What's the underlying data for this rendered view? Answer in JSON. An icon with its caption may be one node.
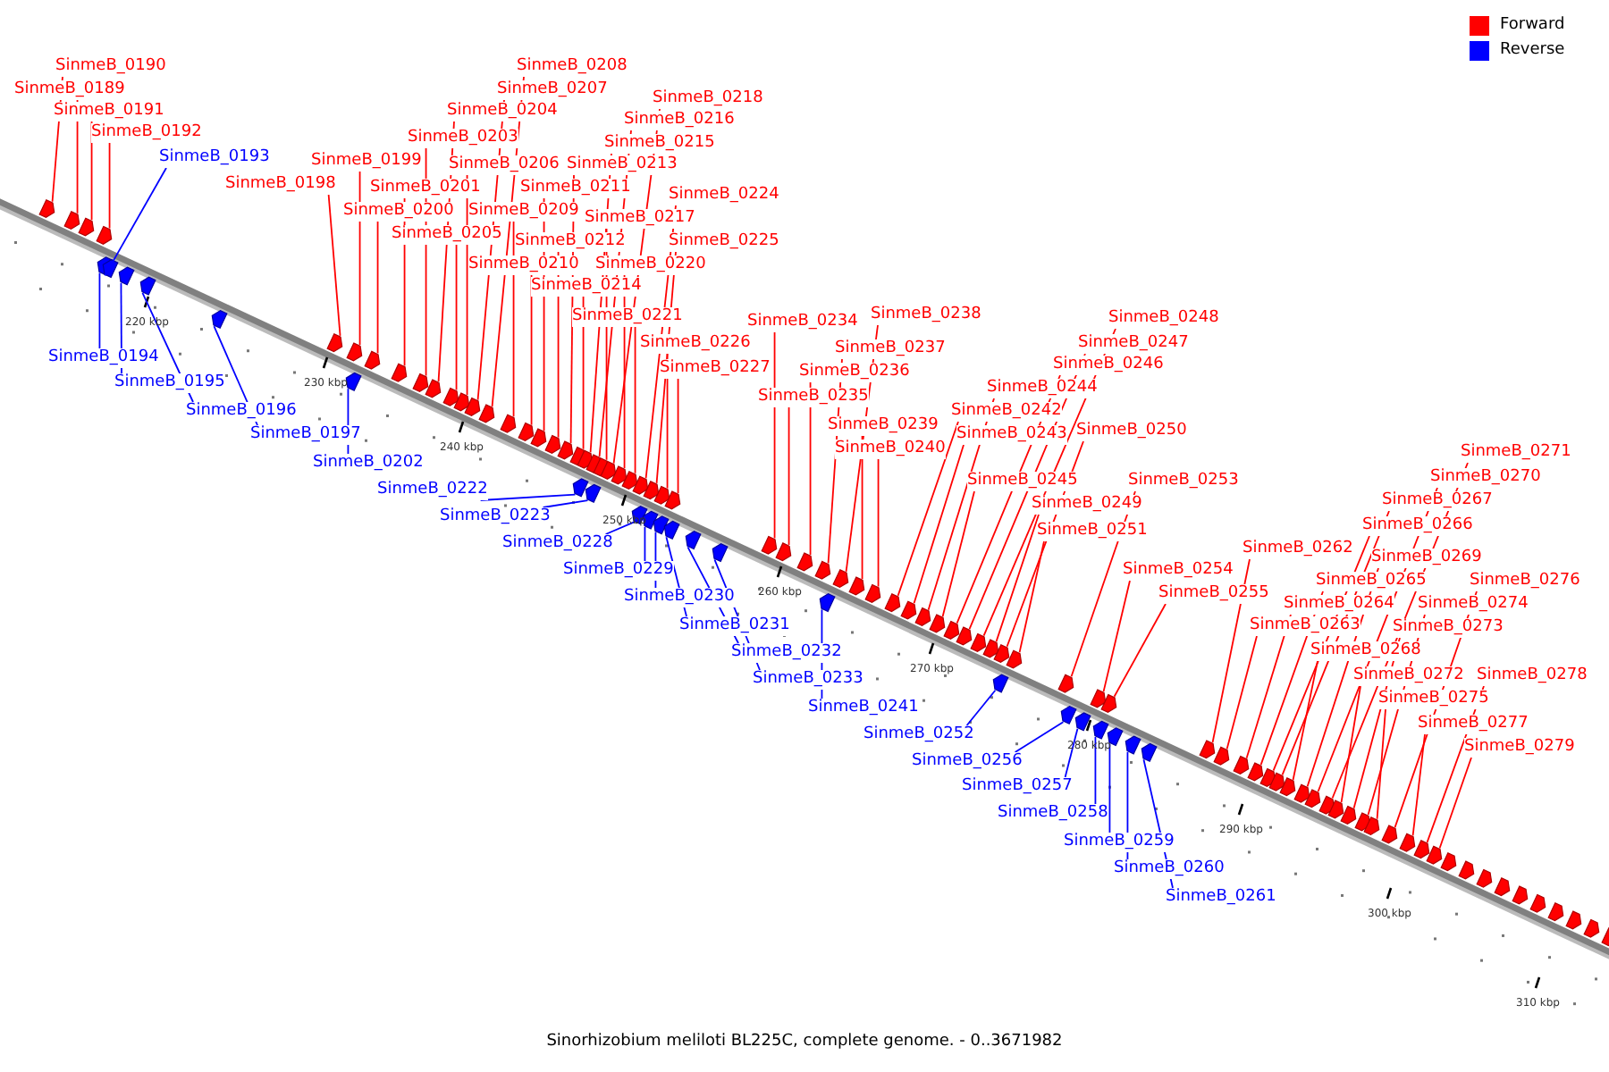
{
  "diagram": {
    "caption": "Sinorhizobium meliloti BL225C, complete genome. - 0..3671982",
    "nodes": [
      {
        "text": [
          "SinmeB_0190"
        ]
      },
      {
        "text": [
          "SinmeB_0189"
        ]
      },
      {
        "text": [
          "SinmeB_0191"
        ]
      },
      {
        "text": [
          "SinmeB_0192"
        ]
      },
      {
        "text": [
          "SinmeB_0193"
        ]
      },
      {
        "text": [
          "SinmeB_0198"
        ]
      },
      {
        "text": [
          "SinmeB_0199"
        ]
      },
      {
        "text": [
          "SinmeB_0200"
        ]
      },
      {
        "text": [
          "SinmeB_0201"
        ]
      },
      {
        "text": [
          "SinmeB_0203"
        ]
      },
      {
        "text": [
          "SinmeB_0204"
        ]
      },
      {
        "text": [
          "SinmeB_0205"
        ]
      },
      {
        "text": [
          "SinmeB_0206"
        ]
      },
      {
        "text": [
          "SinmeB_0207"
        ]
      },
      {
        "text": [
          "SinmeB_0208"
        ]
      },
      {
        "text": [
          "SinmeB_0209"
        ]
      },
      {
        "text": [
          "SinmeB_0210"
        ]
      },
      {
        "text": [
          "SinmeB_0211"
        ]
      },
      {
        "text": [
          "SinmeB_0212"
        ]
      },
      {
        "text": [
          "SinmeB_0213"
        ]
      },
      {
        "text": [
          "SinmeB_0214"
        ]
      },
      {
        "text": [
          "SinmeB_0215"
        ]
      },
      {
        "text": [
          "SinmeB_0216"
        ]
      },
      {
        "text": [
          "SinmeB_0217"
        ]
      },
      {
        "text": [
          "SinmeB_0218"
        ]
      },
      {
        "text": [
          "SinmeB_0220"
        ]
      },
      {
        "text": [
          "SinmeB_0221"
        ]
      },
      {
        "text": [
          "SinmeB_0224"
        ]
      },
      {
        "text": [
          "SinmeB_0225"
        ]
      },
      {
        "text": [
          "SinmeB_0226"
        ]
      },
      {
        "text": [
          "SinmeB_0227"
        ]
      },
      {
        "text": [
          "SinmeB_0234"
        ]
      },
      {
        "text": [
          "SinmeB_0235"
        ]
      },
      {
        "text": [
          "SinmeB_0236"
        ]
      },
      {
        "text": [
          "SinmeB_0237"
        ]
      },
      {
        "text": [
          "SinmeB_0238"
        ]
      },
      {
        "text": [
          "SinmeB_0239"
        ]
      },
      {
        "text": [
          "SinmeB_0240"
        ]
      },
      {
        "text": [
          "SinmeB_0242"
        ]
      },
      {
        "text": [
          "SinmeB_0243"
        ]
      },
      {
        "text": [
          "SinmeB_0244"
        ]
      },
      {
        "text": [
          "SinmeB_0245"
        ]
      },
      {
        "text": [
          "SinmeB_0246"
        ]
      },
      {
        "text": [
          "SinmeB_0247"
        ]
      },
      {
        "text": [
          "SinmeB_0248"
        ]
      },
      {
        "text": [
          "SinmeB_0249"
        ]
      },
      {
        "text": [
          "SinmeB_0250"
        ]
      },
      {
        "text": [
          "SinmeB_0251"
        ]
      },
      {
        "text": [
          "SinmeB_0253"
        ]
      },
      {
        "text": [
          "SinmeB_0254"
        ]
      },
      {
        "text": [
          "SinmeB_0255"
        ]
      },
      {
        "text": [
          "SinmeB_0262"
        ]
      },
      {
        "text": [
          "SinmeB_0263"
        ]
      },
      {
        "text": [
          "SinmeB_0264"
        ]
      },
      {
        "text": [
          "SinmeB_0265"
        ]
      },
      {
        "text": [
          "SinmeB_0266"
        ]
      },
      {
        "text": [
          "SinmeB_0267"
        ]
      },
      {
        "text": [
          "SinmeB_0268"
        ]
      },
      {
        "text": [
          "SinmeB_0269"
        ]
      },
      {
        "text": [
          "SinmeB_0270"
        ]
      },
      {
        "text": [
          "SinmeB_0271"
        ]
      },
      {
        "text": [
          "SinmeB_0272"
        ]
      },
      {
        "text": [
          "SinmeB_0273"
        ]
      },
      {
        "text": [
          "SinmeB_0274"
        ]
      },
      {
        "text": [
          "SinmeB_0275"
        ]
      },
      {
        "text": [
          "SinmeB_0276"
        ]
      },
      {
        "text": [
          "SinmeB_0277"
        ]
      },
      {
        "text": [
          "SinmeB_0278"
        ]
      },
      {
        "text": [
          "SinmeB_0279"
        ]
      },
      {
        "text": [
          "SinmeB_0194"
        ]
      },
      {
        "text": [
          "SinmeB_0195"
        ]
      },
      {
        "text": [
          "SinmeB_0196"
        ]
      },
      {
        "text": [
          "SinmeB_0197"
        ]
      },
      {
        "text": [
          "SinmeB_0202"
        ]
      },
      {
        "text": [
          "SinmeB_0222"
        ]
      },
      {
        "text": [
          "SinmeB_0223"
        ]
      },
      {
        "text": [
          "SinmeB_0228"
        ]
      },
      {
        "text": [
          "SinmeB_0229"
        ]
      },
      {
        "text": [
          "SinmeB_0230"
        ]
      },
      {
        "text": [
          "SinmeB_0231"
        ]
      },
      {
        "text": [
          "SinmeB_0232"
        ]
      },
      {
        "text": [
          "SinmeB_0233"
        ]
      },
      {
        "text": [
          "SinmeB_0241"
        ]
      },
      {
        "text": [
          "SinmeB_0252"
        ]
      },
      {
        "text": [
          "SinmeB_0256"
        ]
      },
      {
        "text": [
          "SinmeB_0257"
        ]
      },
      {
        "text": [
          "SinmeB_0258"
        ]
      },
      {
        "text": [
          "SinmeB_0259"
        ]
      },
      {
        "text": [
          "SinmeB_0260"
        ]
      },
      {
        "text": [
          "SinmeB_0261"
        ]
      },
      {
        "text": [],
        "shape": "arrow"
      },
      {
        "text": [],
        "shape": "arrow"
      },
      {
        "text": [],
        "shape": "arrow"
      },
      {
        "text": [],
        "shape": "arrow"
      },
      {
        "text": [],
        "shape": "arrow"
      },
      {
        "text": [],
        "shape": "arrow"
      },
      {
        "text": [],
        "shape": "arrow"
      },
      {
        "text": [],
        "shape": "arrow"
      },
      {
        "text": [],
        "shape": "arrow"
      },
      {
        "text": [],
        "shape": "arrow"
      },
      {
        "text": [],
        "shape": "arrow"
      },
      {
        "text": [],
        "shape": "arrow"
      },
      {
        "text": [],
        "shape": "arrow"
      },
      {
        "text": [],
        "shape": "arrow"
      },
      {
        "text": [],
        "shape": "arrow"
      },
      {
        "text": [],
        "shape": "arrow"
      },
      {
        "text": [],
        "shape": "arrow"
      },
      {
        "text": [],
        "shape": "arrow"
      },
      {
        "text": [],
        "shape": "arrow"
      },
      {
        "text": [],
        "shape": "arrow"
      },
      {
        "text": [],
        "shape": "arrow"
      },
      {
        "text": [],
        "shape": "arrow"
      },
      {
        "text": [],
        "shape": "arrow"
      },
      {
        "text": [],
        "shape": "arrow"
      },
      {
        "text": [],
        "shape": "arrow"
      },
      {
        "text": [],
        "shape": "arrow"
      },
      {
        "text": [],
        "shape": "arrow"
      },
      {
        "text": [],
        "shape": "arrow"
      },
      {
        "text": [],
        "shape": "arrow"
      },
      {
        "text": [],
        "shape": "arrow"
      },
      {
        "text": [],
        "shape": "arrow"
      },
      {
        "text": [],
        "shape": "arrow"
      },
      {
        "text": [],
        "shape": "arrow"
      },
      {
        "text": [],
        "shape": "arrow"
      },
      {
        "text": [],
        "shape": "arrow"
      },
      {
        "text": [],
        "shape": "arrow"
      },
      {
        "text": [],
        "shape": "arrow"
      },
      {
        "text": [],
        "shape": "arrow"
      },
      {
        "text": [],
        "shape": "arrow"
      },
      {
        "text": [],
        "shape": "arrow"
      },
      {
        "text": [],
        "shape": "arrow"
      },
      {
        "text": [],
        "shape": "arrow"
      },
      {
        "text": [],
        "shape": "arrow"
      },
      {
        "text": [],
        "shape": "arrow"
      },
      {
        "text": [],
        "shape": "arrow"
      },
      {
        "text": [],
        "shape": "arrow"
      },
      {
        "text": [],
        "shape": "arrow"
      },
      {
        "text": [],
        "shape": "arrow"
      },
      {
        "text": [],
        "shape": "arrow"
      },
      {
        "text": [],
        "shape": "arrow"
      },
      {
        "text": [],
        "shape": "arrow"
      },
      {
        "text": [],
        "shape": "arrow"
      },
      {
        "text": [],
        "shape": "arrow"
      },
      {
        "text": [],
        "shape": "arrow"
      },
      {
        "text": [],
        "shape": "arrow"
      },
      {
        "text": [],
        "shape": "arrow"
      },
      {
        "text": [],
        "shape": "arrow"
      },
      {
        "text": [],
        "shape": "arrow"
      },
      {
        "text": [],
        "shape": "arrow"
      },
      {
        "text": [],
        "shape": "arrow"
      },
      {
        "text": [],
        "shape": "arrow"
      },
      {
        "text": [],
        "shape": "arrow"
      },
      {
        "text": [],
        "shape": "arrow"
      },
      {
        "text": [],
        "shape": "arrow"
      },
      {
        "text": [],
        "shape": "arrow"
      },
      {
        "text": [],
        "shape": "arrow"
      },
      {
        "text": [],
        "shape": "arrow"
      },
      {
        "text": [],
        "shape": "arrow"
      },
      {
        "text": [],
        "shape": "arrow"
      },
      {
        "text": [],
        "shape": "arrow"
      },
      {
        "text": [],
        "shape": "arrow"
      },
      {
        "text": [],
        "shape": "arrow"
      },
      {
        "text": [],
        "shape": "arrow"
      },
      {
        "text": [],
        "shape": "arrow"
      },
      {
        "text": [],
        "shape": "arrow"
      },
      {
        "text": [],
        "shape": "arrow"
      },
      {
        "text": [],
        "shape": "arrow"
      },
      {
        "text": [],
        "shape": "arrow"
      },
      {
        "text": [],
        "shape": "arrow"
      },
      {
        "text": [],
        "shape": "arrow"
      },
      {
        "text": [],
        "shape": "arrow"
      },
      {
        "text": [],
        "shape": "arrow"
      },
      {
        "text": [],
        "shape": "arrow"
      },
      {
        "text": [],
        "shape": "arrow"
      },
      {
        "text": [],
        "shape": "arrow"
      },
      {
        "text": [],
        "shape": "arrow"
      },
      {
        "text": [],
        "shape": "arrow"
      },
      {
        "text": [],
        "shape": "arrow"
      },
      {
        "text": [],
        "shape": "arrow"
      },
      {
        "text": [],
        "shape": "arrow"
      },
      {
        "text": [],
        "shape": "arrow"
      },
      {
        "text": [],
        "shape": "arrow"
      },
      {
        "text": [],
        "shape": "arrow"
      },
      {
        "text": [],
        "shape": "arrow"
      },
      {
        "text": [],
        "shape": "arrow"
      },
      {
        "text": [],
        "shape": "arrow"
      },
      {
        "text": [],
        "shape": "arrow"
      },
      {
        "text": [],
        "shape": "arrow"
      },
      {
        "text": [],
        "shape": "arrow"
      },
      {
        "text": [],
        "shape": "arrow"
      }
    ],
    "edges": [
      {
        "from": 0,
        "to": 90,
        "arrow": "none"
      },
      {
        "from": 1,
        "to": 91,
        "arrow": "none"
      },
      {
        "from": 2,
        "to": 92,
        "arrow": "none"
      },
      {
        "from": 3,
        "to": 93,
        "arrow": "none"
      },
      {
        "from": 4,
        "to": 95,
        "arrow": "none",
        "color": "#0000ff"
      },
      {
        "from": 5,
        "to": 99,
        "arrow": "none"
      },
      {
        "from": 6,
        "to": 100,
        "arrow": "none"
      },
      {
        "from": 7,
        "to": 102,
        "arrow": "none"
      },
      {
        "from": 8,
        "to": 103,
        "arrow": "none"
      },
      {
        "from": 9,
        "to": 104,
        "arrow": "none"
      },
      {
        "from": 10,
        "to": 105,
        "arrow": "none"
      },
      {
        "from": 11,
        "to": 106,
        "arrow": "none"
      },
      {
        "from": 12,
        "to": 107,
        "arrow": "none"
      },
      {
        "from": 13,
        "to": 108,
        "arrow": "none"
      },
      {
        "from": 14,
        "to": 109,
        "arrow": "none"
      },
      {
        "from": 15,
        "to": 110,
        "arrow": "none"
      },
      {
        "from": 16,
        "to": 111,
        "arrow": "none"
      },
      {
        "from": 17,
        "to": 112,
        "arrow": "none"
      },
      {
        "from": 18,
        "to": 113,
        "arrow": "none"
      },
      {
        "from": 19,
        "to": 114,
        "arrow": "none"
      },
      {
        "from": 20,
        "to": 115,
        "arrow": "none"
      },
      {
        "from": 21,
        "to": 116,
        "arrow": "none"
      },
      {
        "from": 22,
        "to": 118,
        "arrow": "none"
      },
      {
        "from": 23,
        "to": 119,
        "arrow": "none"
      },
      {
        "from": 24,
        "to": 121,
        "arrow": "none"
      },
      {
        "from": 25,
        "to": 122,
        "arrow": "none"
      },
      {
        "from": 26,
        "to": 123,
        "arrow": "none"
      },
      {
        "from": 27,
        "to": 124,
        "arrow": "none"
      },
      {
        "from": 28,
        "to": 126,
        "arrow": "none"
      },
      {
        "from": 29,
        "to": 128,
        "arrow": "none"
      },
      {
        "from": 30,
        "to": 130,
        "arrow": "none"
      },
      {
        "from": 31,
        "to": 134,
        "arrow": "none"
      },
      {
        "from": 32,
        "to": 135,
        "arrow": "none"
      },
      {
        "from": 33,
        "to": 136,
        "arrow": "none"
      },
      {
        "from": 34,
        "to": 137,
        "arrow": "none"
      },
      {
        "from": 35,
        "to": 139,
        "arrow": "none"
      },
      {
        "from": 36,
        "to": 140,
        "arrow": "none"
      },
      {
        "from": 37,
        "to": 141,
        "arrow": "none"
      },
      {
        "from": 38,
        "to": 142,
        "arrow": "none"
      },
      {
        "from": 39,
        "to": 143,
        "arrow": "none"
      },
      {
        "from": 40,
        "to": 144,
        "arrow": "none"
      },
      {
        "from": 41,
        "to": 145,
        "arrow": "none"
      },
      {
        "from": 42,
        "to": 146,
        "arrow": "none"
      },
      {
        "from": 43,
        "to": 147,
        "arrow": "none"
      },
      {
        "from": 44,
        "to": 148,
        "arrow": "none"
      },
      {
        "from": 45,
        "to": 149,
        "arrow": "none"
      },
      {
        "from": 46,
        "to": 150,
        "arrow": "none"
      },
      {
        "from": 47,
        "to": 152,
        "arrow": "none"
      },
      {
        "from": 48,
        "to": 153,
        "arrow": "none"
      },
      {
        "from": 49,
        "to": 156,
        "arrow": "none"
      },
      {
        "from": 50,
        "to": 157,
        "arrow": "none"
      },
      {
        "from": 51,
        "to": 162,
        "arrow": "none"
      },
      {
        "from": 52,
        "to": 163,
        "arrow": "none"
      },
      {
        "from": 53,
        "to": 164,
        "arrow": "none"
      },
      {
        "from": 54,
        "to": 165,
        "arrow": "none"
      },
      {
        "from": 55,
        "to": 166,
        "arrow": "none"
      },
      {
        "from": 56,
        "to": 167,
        "arrow": "none"
      },
      {
        "from": 57,
        "to": 168,
        "arrow": "none"
      },
      {
        "from": 58,
        "to": 169,
        "arrow": "none"
      },
      {
        "from": 59,
        "to": 170,
        "arrow": "none"
      },
      {
        "from": 60,
        "to": 171,
        "arrow": "none"
      },
      {
        "from": 61,
        "to": 172,
        "arrow": "none"
      },
      {
        "from": 62,
        "to": 173,
        "arrow": "none"
      },
      {
        "from": 63,
        "to": 174,
        "arrow": "none"
      },
      {
        "from": 64,
        "to": 175,
        "arrow": "none"
      },
      {
        "from": 65,
        "to": 176,
        "arrow": "none"
      },
      {
        "from": 66,
        "to": 177,
        "arrow": "none"
      },
      {
        "from": 67,
        "to": 178,
        "arrow": "none"
      },
      {
        "from": 68,
        "to": 179,
        "arrow": "none"
      },
      {
        "from": 69,
        "to": 94,
        "arrow": "none",
        "color": "#0000ff"
      },
      {
        "from": 70,
        "to": 96,
        "arrow": "none",
        "color": "#0000ff"
      },
      {
        "from": 71,
        "to": 97,
        "arrow": "none",
        "color": "#0000ff"
      },
      {
        "from": 72,
        "to": 98,
        "arrow": "none",
        "color": "#0000ff"
      },
      {
        "from": 73,
        "to": 101,
        "arrow": "none",
        "color": "#0000ff"
      },
      {
        "from": 74,
        "to": 117,
        "arrow": "none",
        "color": "#0000ff"
      },
      {
        "from": 75,
        "to": 120,
        "arrow": "none",
        "color": "#0000ff"
      },
      {
        "from": 76,
        "to": 125,
        "arrow": "none",
        "color": "#0000ff"
      },
      {
        "from": 77,
        "to": 127,
        "arrow": "none",
        "color": "#0000ff"
      },
      {
        "from": 78,
        "to": 129,
        "arrow": "none",
        "color": "#0000ff"
      },
      {
        "from": 79,
        "to": 131,
        "arrow": "none",
        "color": "#0000ff"
      },
      {
        "from": 80,
        "to": 132,
        "arrow": "none",
        "color": "#0000ff"
      },
      {
        "from": 81,
        "to": 133,
        "arrow": "none",
        "color": "#0000ff"
      },
      {
        "from": 82,
        "to": 138,
        "arrow": "none",
        "color": "#0000ff"
      },
      {
        "from": 83,
        "to": 151,
        "arrow": "none",
        "color": "#0000ff"
      },
      {
        "from": 84,
        "to": 154,
        "arrow": "none",
        "color": "#0000ff"
      },
      {
        "from": 85,
        "to": 155,
        "arrow": "none",
        "color": "#0000ff"
      },
      {
        "from": 86,
        "to": 158,
        "arrow": "none",
        "color": "#0000ff"
      },
      {
        "from": 87,
        "to": 159,
        "arrow": "none",
        "color": "#0000ff"
      },
      {
        "from": 88,
        "to": 160,
        "arrow": "none",
        "color": "#0000ff"
      },
      {
        "from": 89,
        "to": 161,
        "arrow": "none",
        "color": "#0000ff"
      }
    ],
    "labels": [
      "220 kbp",
      "230 kbp",
      "240 kbp",
      "250 kbp",
      "260 kbp",
      "270 kbp",
      "280 kbp",
      "290 kbp",
      "300 kbp",
      "310 kbp"
    ],
    "legend": [
      {
        "text": "Forward",
        "color": "#ff0000"
      },
      {
        "text": "Reverse",
        "color": "#0000ff"
      }
    ]
  }
}
